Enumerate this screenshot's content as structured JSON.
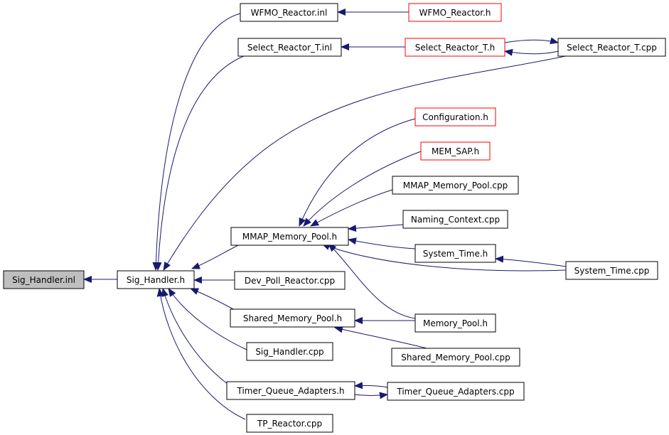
{
  "colors": {
    "edge": "#191970",
    "box_border": "#000000",
    "linked_border": "#ff0000",
    "root_fill": "#bfbfbf"
  },
  "nodes": {
    "sig_handler_inl": "Sig_Handler.inl",
    "sig_handler_h": "Sig_Handler.h",
    "wfmo_reactor_inl": "WFMO_Reactor.inl",
    "wfmo_reactor_h": "WFMO_Reactor.h",
    "select_reactor_t_inl": "Select_Reactor_T.inl",
    "select_reactor_t_h": "Select_Reactor_T.h",
    "select_reactor_t_cpp": "Select_Reactor_T.cpp",
    "configuration_h": "Configuration.h",
    "mem_sap_h": "MEM_SAP.h",
    "mmap_memory_pool_cpp": "MMAP_Memory_Pool.cpp",
    "naming_context_cpp": "Naming_Context.cpp",
    "mmap_memory_pool_h": "MMAP_Memory_Pool.h",
    "system_time_h": "System_Time.h",
    "system_time_cpp": "System_Time.cpp",
    "dev_poll_reactor_cpp": "Dev_Poll_Reactor.cpp",
    "shared_memory_pool_h": "Shared_Memory_Pool.h",
    "memory_pool_h": "Memory_Pool.h",
    "shared_memory_pool_cpp": "Shared_Memory_Pool.cpp",
    "sig_handler_cpp": "Sig_Handler.cpp",
    "timer_queue_adapters_h": "Timer_Queue_Adapters.h",
    "timer_queue_adapters_cpp": "Timer_Queue_Adapters.cpp",
    "tp_reactor_cpp": "TP_Reactor.cpp"
  }
}
